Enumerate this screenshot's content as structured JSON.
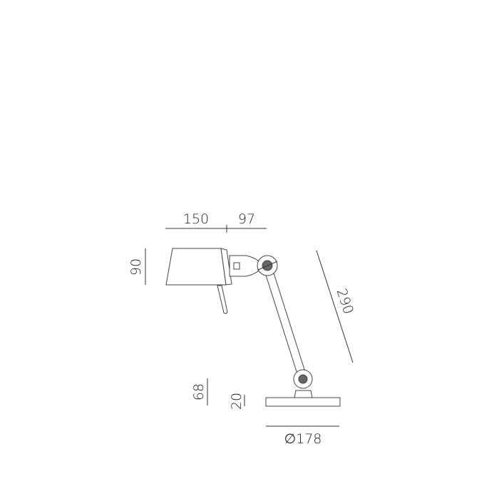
{
  "dimensions": {
    "shade_reach": "150",
    "head_offset": "97",
    "shade_height": "90",
    "arm_length": "290",
    "base_joint_height": "68",
    "base_thickness": "20",
    "base_diameter": "∅178"
  },
  "colors": {
    "line": "#444444",
    "background": "#ffffff"
  }
}
